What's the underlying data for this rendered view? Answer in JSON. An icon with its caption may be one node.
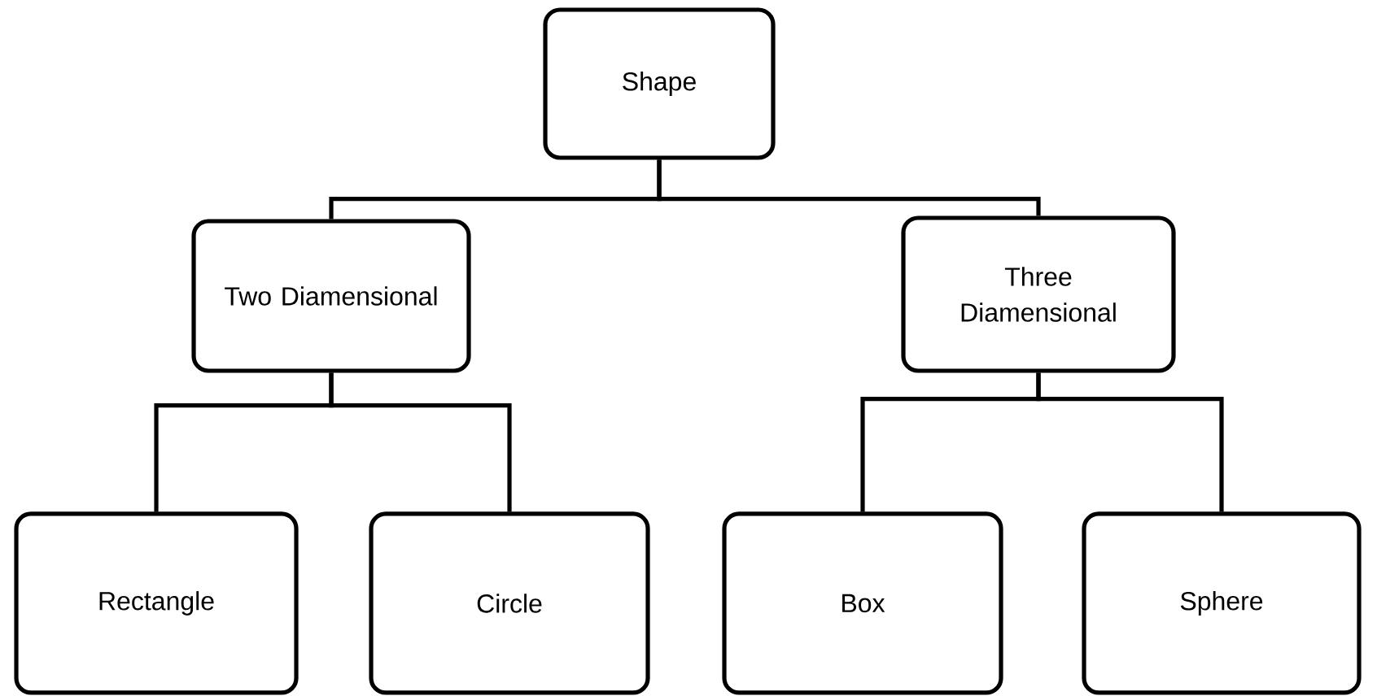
{
  "diagram": {
    "nodes": [
      {
        "text": [
          "Shape"
        ]
      },
      {
        "text": [
          "Two Diamensional"
        ]
      },
      {
        "text": [
          "Three Diamensional"
        ]
      },
      {
        "text": [
          "Rectangle"
        ]
      },
      {
        "text": [
          "Circle"
        ]
      },
      {
        "text": [
          "Box"
        ]
      },
      {
        "text": [
          "Sphere"
        ]
      }
    ],
    "edges": [
      {
        "from": 0,
        "to": 1,
        "arrow": "none"
      },
      {
        "from": 0,
        "to": 2,
        "arrow": "none"
      },
      {
        "from": 1,
        "to": 3,
        "arrow": "none"
      },
      {
        "from": 1,
        "to": 4,
        "arrow": "none"
      },
      {
        "from": 2,
        "to": 5,
        "arrow": "none"
      },
      {
        "from": 2,
        "to": 6,
        "arrow": "none"
      }
    ]
  }
}
